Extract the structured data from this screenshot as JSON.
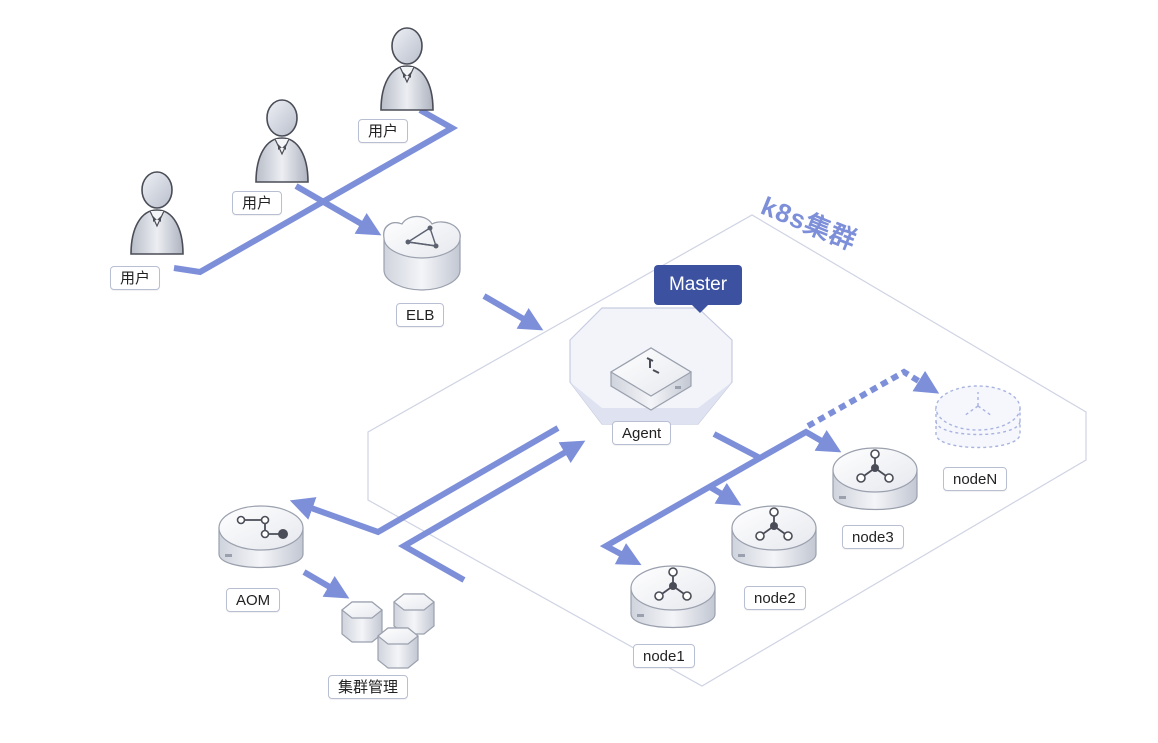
{
  "cluster": {
    "title": "k8s集群"
  },
  "master": {
    "label": "Master"
  },
  "labels": {
    "user1": "用户",
    "user2": "用户",
    "user3": "用户",
    "elb": "ELB",
    "agent": "Agent",
    "aom": "AOM",
    "cluster_mgmt": "集群管理",
    "node1": "node1",
    "node2": "node2",
    "node3": "node3",
    "nodeN": "nodeN"
  },
  "colors": {
    "line": "#7d8fd9",
    "master": "#3c52a0",
    "zone": "#cfd3e3"
  }
}
